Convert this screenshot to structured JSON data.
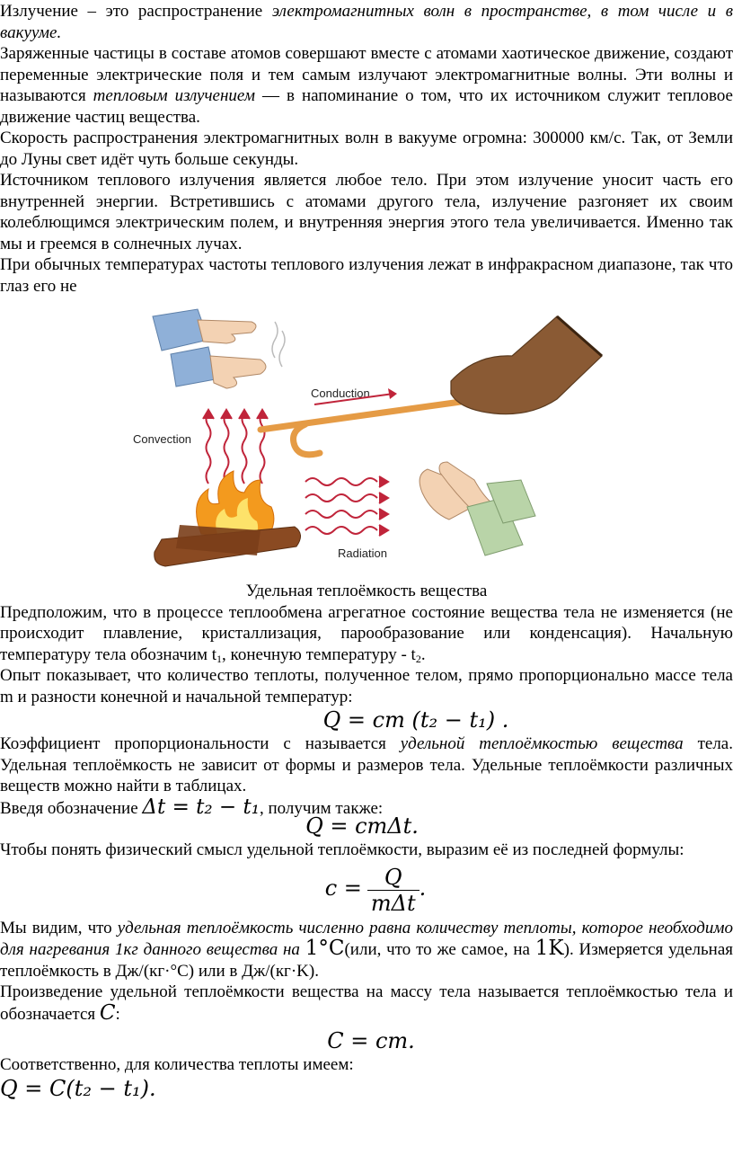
{
  "paragraphs": {
    "p1_a": "Излучение – это распространение ",
    "p1_b": "электромагнитных волн в пространстве, в том числе и в вакууме.",
    "p2": "Заряженные частицы в составе атомов совершают вместе с атомами хаотическое движение, создают переменные электрические поля и тем самым излучают электромагнитные волны. Эти волны и называются ",
    "p2_it": "тепловым излучением",
    "p2_c": " — в напоминание о том, что их источником служит тепловое движение частиц вещества.",
    "p3": "Скорость распространения электромагнитных волн в вакууме огромна: 300000 км/с. Так, от Земли до Луны свет идёт чуть больше секунды.",
    "p4": "Источником теплового излучения является любое тело. При этом излучение уносит часть его внутренней энергии. Встретившись с атомами другого тела, излучение разгоняет их своим колеблющимся электрическим полем, и внутренняя энергия этого тела увеличивается. Именно так мы и греемся в солнечных лучах.",
    "p5": "При обычных температурах частоты теплового излучения лежат в инфракрасном диапазоне, так что глаз его не"
  },
  "figure": {
    "labels": {
      "conduction": "Conduction",
      "convection": "Convection",
      "radiation": "Radiation"
    },
    "colors": {
      "flame_outer": "#f39a1e",
      "flame_inner": "#fde26a",
      "log": "#8a4a22",
      "rod": "#e59b45",
      "glove": "#8a5a34",
      "arrow": "#c0243a",
      "sleeve": "#8fb0d8",
      "skin": "#f3d2b3",
      "sleeve_green": "#b9d4a8"
    }
  },
  "section": {
    "title": "Удельная теплоёмкость вещества",
    "s1": "Предположим, что в процессе теплообмена агрегатное состояние вещества тела не изменяется (не происходит плавление, кристаллизация, парообразование или конденсация). Начальную температуру тела обозначим t",
    "s1_sub1": "1",
    "s1_b": ", конечную температуру  - t",
    "s1_sub2": "2",
    "s1_end": ".",
    "s2": "Опыт показывает, что количество теплоты, полученное телом, прямо пропорционально массе тела m и разности конечной и начальной температур:",
    "f1": "Q = cm (t₂ − t₁) .",
    "s3_a": "Коэффициент пропорциональности c называется ",
    "s3_it": "удельной теплоёмкостью вещества",
    "s3_b": " тела. Удельная теплоёмкость не зависит от формы и размеров тела. Удельные теплоёмкости различных веществ можно найти в таблицах.",
    "s4_a": "Введя обозначение ",
    "s4_f": "Δt = t₂ − t₁",
    "s4_b": ", получим также:",
    "f2": "Q = cmΔt.",
    "s5": "Чтобы понять физический смысл удельной теплоёмкости, выразим её из последней формулы:",
    "f3_lhs": "c =",
    "f3_num": "Q",
    "f3_den": "mΔt",
    "f3_end": ".",
    "s6_a": "Мы видим, что ",
    "s6_it": "удельная теплоёмкость численно равна количеству теплоты, которое необходимо для нагревания 1кг данного вещества на ",
    "s6_f1": "1°C",
    "s6_b": "(или, что то же самое, на ",
    "s6_f2": "1K",
    "s6_c": "). Измеряется удельная теплоёмкость в Дж/(кг·°C) или в Дж/(кг·K).",
    "s7_a": "Произведение удельной теплоёмкости вещества на массу тела называется теплоёмкостью тела и обозначается ",
    "s7_f": "C",
    "s7_b": ":",
    "f4": "C = cm.",
    "s8": "Соответственно, для количества теплоты имеем:",
    "f5": "Q = C(t₂ − t₁)."
  }
}
